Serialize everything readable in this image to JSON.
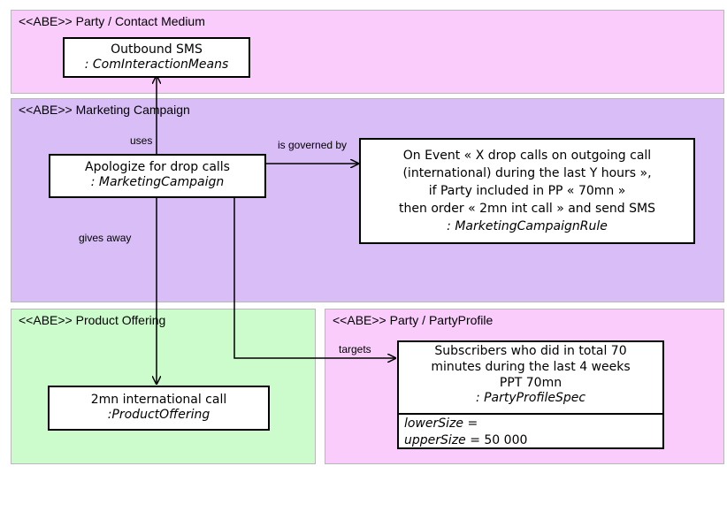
{
  "regions": {
    "contact_medium": {
      "title": "<<ABE>> Party / Contact Medium",
      "color": "#f9ccfb"
    },
    "marketing": {
      "title": "<<ABE>> Marketing Campaign",
      "color": "#d9bdf7"
    },
    "product_offering": {
      "title": "<<ABE>> Product Offering",
      "color": "#ccfccc"
    },
    "party_profile": {
      "title": "<<ABE>> Party / PartyProfile",
      "color": "#f9ccfb"
    }
  },
  "boxes": {
    "outbound_sms": {
      "name": "Outbound SMS",
      "type": ": ComInteractionMeans"
    },
    "campaign": {
      "name": "Apologize for drop calls",
      "type": ": MarketingCampaign"
    },
    "rule": {
      "lines": [
        "On Event « X drop calls on outgoing call",
        "(international) during the last Y hours »,",
        "if Party included in PP « 70mn »",
        "then order « 2mn int call » and send SMS"
      ],
      "type": ": MarketingCampaignRule"
    },
    "offering": {
      "name": "2mn international call",
      "type": ":ProductOffering"
    },
    "profile": {
      "lines": [
        "Subscribers who did in total 70",
        "minutes during the last 4 weeks",
        "PPT 70mn"
      ],
      "type": ": PartyProfileSpec",
      "attr1_name": "lowerSize",
      "attr1_value": " =",
      "attr2_name": "upperSize",
      "attr2_value": " = 50 000"
    }
  },
  "labels": {
    "uses": "uses",
    "governed": "is governed by",
    "gives_away": "gives away",
    "targets": "targets"
  }
}
